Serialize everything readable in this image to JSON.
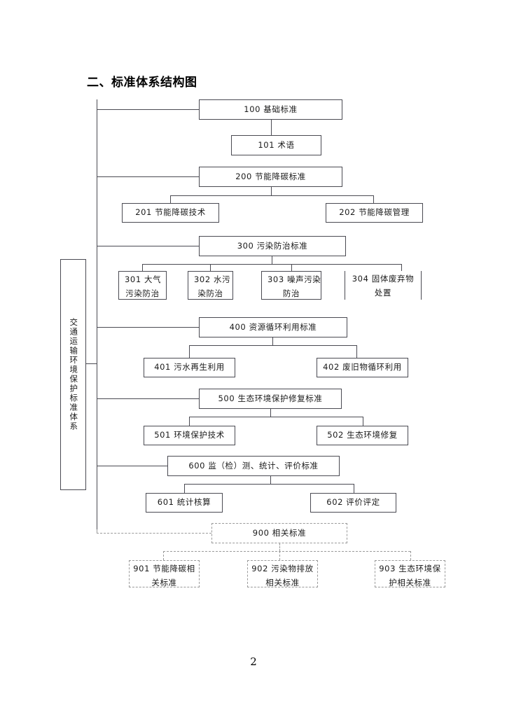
{
  "document": {
    "title": "二、标准体系结构图",
    "page_number": "2",
    "system_label": "交通运输环境保护标准体系"
  },
  "colors": {
    "box_border": "#4a4a52",
    "dashed_border": "#9a9a9a",
    "text": "#1a1a1a",
    "background": "#ffffff"
  },
  "chart_data": {
    "type": "diagram",
    "title": "二、标准体系结构图",
    "root": "交通运输环境保护标准体系",
    "nodes": [
      {
        "code": "100",
        "label": "100  基础标准",
        "level": 1
      },
      {
        "code": "101",
        "label": "101  术语",
        "level": 2,
        "parent": "100"
      },
      {
        "code": "200",
        "label": "200  节能降碳标准",
        "level": 1
      },
      {
        "code": "201",
        "label": "201  节能降碳技术",
        "level": 2,
        "parent": "200"
      },
      {
        "code": "202",
        "label": "202  节能降碳管理",
        "level": 2,
        "parent": "200"
      },
      {
        "code": "300",
        "label": "300  污染防治标准",
        "level": 1
      },
      {
        "code": "301",
        "label": "301  大气污染防治",
        "level": 2,
        "parent": "300"
      },
      {
        "code": "302",
        "label": "302  水污染防治",
        "level": 2,
        "parent": "300"
      },
      {
        "code": "303",
        "label": "303  噪声污染防治",
        "level": 2,
        "parent": "300"
      },
      {
        "code": "304",
        "label": "304  固体废弃物处置",
        "level": 2,
        "parent": "300"
      },
      {
        "code": "400",
        "label": "400  资源循环利用标准",
        "level": 1
      },
      {
        "code": "401",
        "label": "401  污水再生利用",
        "level": 2,
        "parent": "400"
      },
      {
        "code": "402",
        "label": "402  废旧物循环利用",
        "level": 2,
        "parent": "400"
      },
      {
        "code": "500",
        "label": "500  生态环境保护修复标准",
        "level": 1
      },
      {
        "code": "501",
        "label": "501  环境保护技术",
        "level": 2,
        "parent": "500"
      },
      {
        "code": "502",
        "label": "502  生态环境修复",
        "level": 2,
        "parent": "500"
      },
      {
        "code": "600",
        "label": "600  监（检）测、统计、评价标准",
        "level": 1
      },
      {
        "code": "601",
        "label": "601  统计核算",
        "level": 2,
        "parent": "600"
      },
      {
        "code": "602",
        "label": "602  评价评定",
        "level": 2,
        "parent": "600"
      },
      {
        "code": "900",
        "label": "900  相关标准",
        "level": 1,
        "style": "dashed"
      },
      {
        "code": "901",
        "label": "901  节能降碳相关标准",
        "level": 2,
        "parent": "900",
        "style": "dashed"
      },
      {
        "code": "902",
        "label": "902  污染物排放相关标准",
        "level": 2,
        "parent": "900",
        "style": "dashed"
      },
      {
        "code": "903",
        "label": "903  生态环境保护相关标准",
        "level": 2,
        "parent": "900",
        "style": "dashed"
      }
    ]
  },
  "boxes": {
    "b100": "100  基础标准",
    "b101": "101  术语",
    "b200": "200  节能降碳标准",
    "b201": "201  节能降碳技术",
    "b202": "202  节能降碳管理",
    "b300": "300  污染防治标准",
    "b301_l1": "301  大气",
    "b301_l2": "污染防治",
    "b302_l1": "302  水污",
    "b302_l2": "染防治",
    "b303_l1": "303  噪声污染",
    "b303_l2": "防治",
    "b304_l1": "304  固体废弃物",
    "b304_l2": "处置",
    "b400": "400  资源循环利用标准",
    "b401": "401  污水再生利用",
    "b402": "402  废旧物循环利用",
    "b500": "500  生态环境保护修复标准",
    "b501": "501  环境保护技术",
    "b502": "502  生态环境修复",
    "b600": "600  监（检）测、统计、评价标准",
    "b601": "601  统计核算",
    "b602": "602  评价评定",
    "b900": "900  相关标准",
    "b901_l1": "901  节能降碳相",
    "b901_l2": "关标准",
    "b902_l1": "902  污染物排放",
    "b902_l2": "相关标准",
    "b903_l1": "903  生态环境保",
    "b903_l2": "护相关标准"
  }
}
